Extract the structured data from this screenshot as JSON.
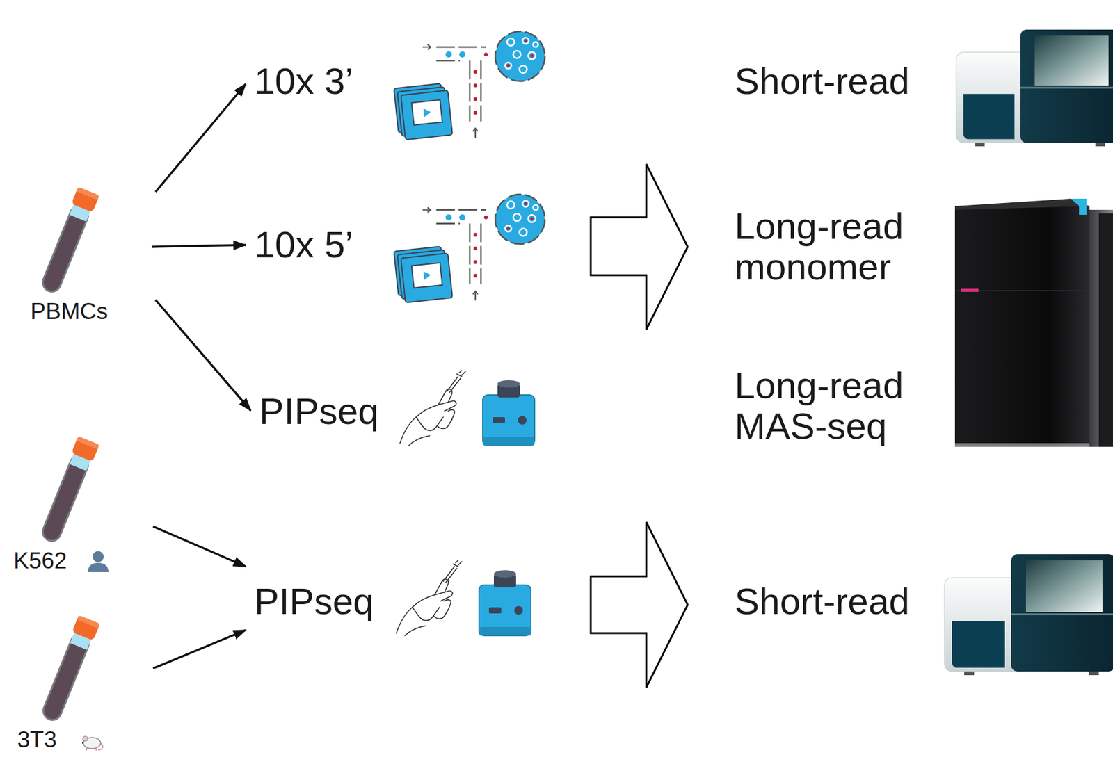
{
  "diagram": {
    "nodes": [
      {
        "text": [
          "PBMCs"
        ]
      },
      {
        "text": [
          "10x 3’"
        ]
      },
      {
        "text": [
          "10x 5’"
        ]
      },
      {
        "text": [
          "PIPseq"
        ]
      },
      {
        "text": [
          "K562"
        ]
      },
      {
        "text": [
          "3T3"
        ]
      },
      {
        "text": [
          "PIPseq"
        ]
      },
      {
        "text": [
          "Short-read"
        ]
      },
      {
        "text": [
          "Long-read monomer"
        ]
      },
      {
        "text": [
          "Long-read MAS-seq"
        ]
      },
      {
        "text": [
          "Short-read"
        ]
      }
    ],
    "edges": [
      {
        "from": 0,
        "to": 1,
        "arrow": "to"
      },
      {
        "from": 0,
        "to": 2,
        "arrow": "to"
      },
      {
        "from": 0,
        "to": 3,
        "arrow": "to"
      },
      {
        "from": 4,
        "to": 6,
        "arrow": "to"
      },
      {
        "from": 5,
        "to": 6,
        "arrow": "to"
      }
    ]
  }
}
